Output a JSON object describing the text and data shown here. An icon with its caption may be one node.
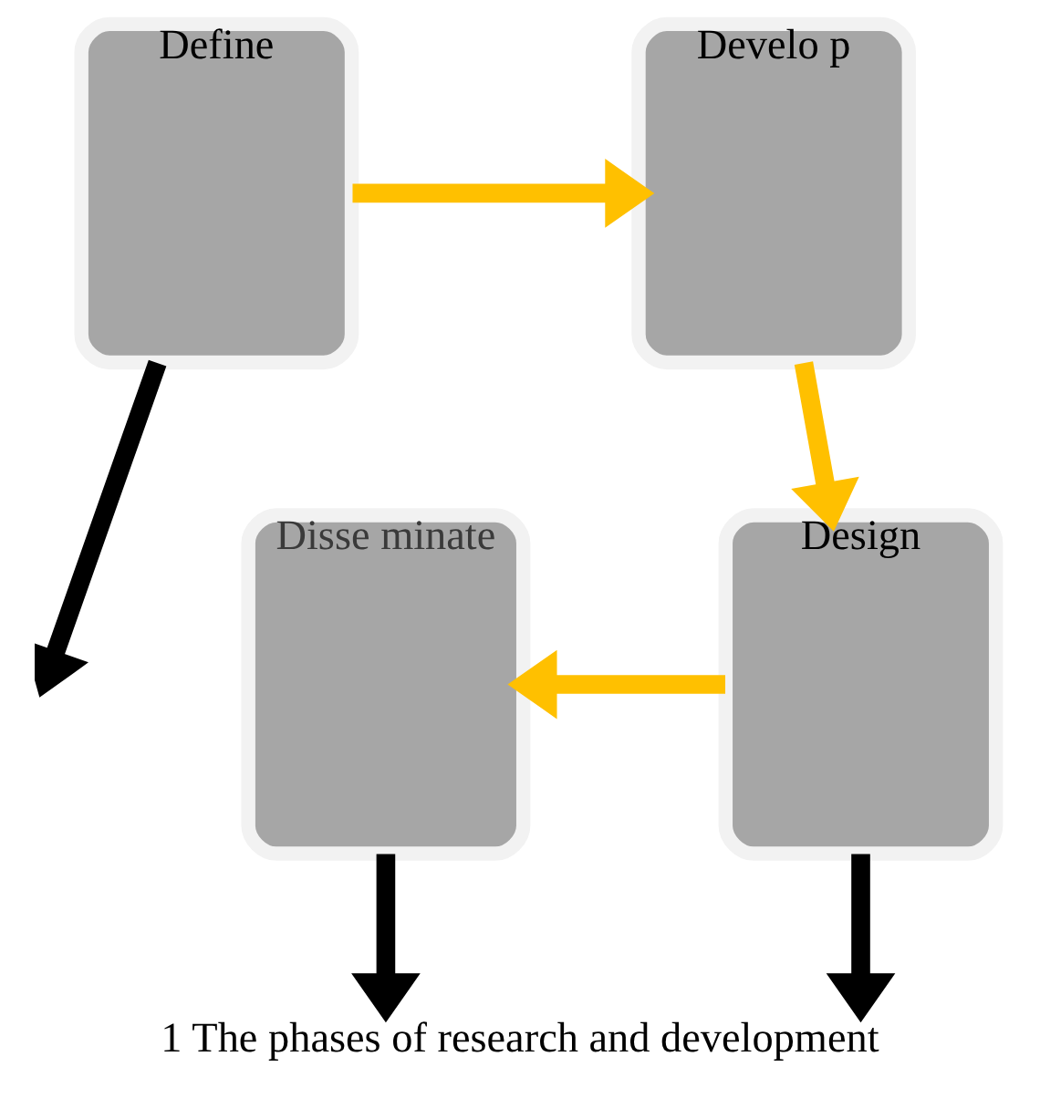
{
  "diagram": {
    "caption": "1 The phases of research and development",
    "nodes": [
      {
        "text": [
          "Define"
        ]
      },
      {
        "text": [
          "Develo p"
        ]
      },
      {
        "text": [
          "Design"
        ]
      },
      {
        "text": [
          "Disse minate"
        ]
      }
    ],
    "edges": [
      {
        "from": 0,
        "to": 1,
        "arrow": "to",
        "color": "#ffc000"
      },
      {
        "from": 1,
        "to": 2,
        "arrow": "to",
        "color": "#ffc000"
      },
      {
        "from": 2,
        "to": 3,
        "arrow": "to",
        "color": "#ffc000"
      },
      {
        "from": 0,
        "to": null,
        "arrow": "to",
        "color": "#000000"
      },
      {
        "from": 2,
        "to": null,
        "arrow": "to",
        "color": "#000000"
      },
      {
        "from": 3,
        "to": null,
        "arrow": "to",
        "color": "#000000"
      }
    ]
  }
}
